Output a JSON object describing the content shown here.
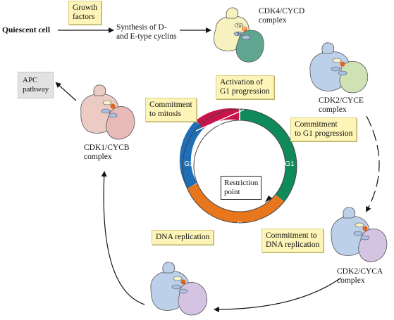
{
  "labels": {
    "growth_factors": "Growth\nfactors",
    "quiescent_cell": "Quiescent cell",
    "synthesis": "Synthesis of D-\nand E-type cyclins",
    "cdk4_complex": "CDK4/CYCD\ncomplex",
    "activation_g1": "Activation of\nG1 progression",
    "cdk2e_complex": "CDK2/CYCE\ncomplex",
    "commit_g1": "Commitment\nto G1 progression",
    "apc_pathway": "APC\npathway",
    "commit_mitosis": "Commitment\nto mitosis",
    "cdk1_complex": "CDK1/CYCB\ncomplex",
    "restriction_point": "Restriction\npoint",
    "dna_replication": "DNA replication",
    "commit_dna": "Commitment to\nDNA replication",
    "cdk2a_complex": "CDK2/CYCA\ncomplex"
  },
  "cycle": {
    "phases": [
      {
        "name": "M",
        "color": "#c8144a"
      },
      {
        "name": "G1",
        "color": "#0f8a5a"
      },
      {
        "name": "S",
        "color": "#e8761c"
      },
      {
        "name": "G2",
        "color": "#1f6fb7"
      }
    ]
  },
  "residues": {
    "tyr": "Tyr",
    "thr": "Thr",
    "phospho": "P"
  },
  "colors": {
    "note_fill": "#fdf5b8",
    "apc_fill": "#e2e2e2",
    "cdk_blue": "#bcd0ea",
    "cdk_pink": "#eccbc4",
    "cdk4_yellow": "#f7f1c0",
    "cyc_d_green": "#5fa58f",
    "cyc_e_green": "#cfe2b4",
    "cyc_b_rose": "#e7b9b9",
    "cyc_a_purple": "#d5c3e3",
    "phospho_orange": "#e0641b"
  }
}
